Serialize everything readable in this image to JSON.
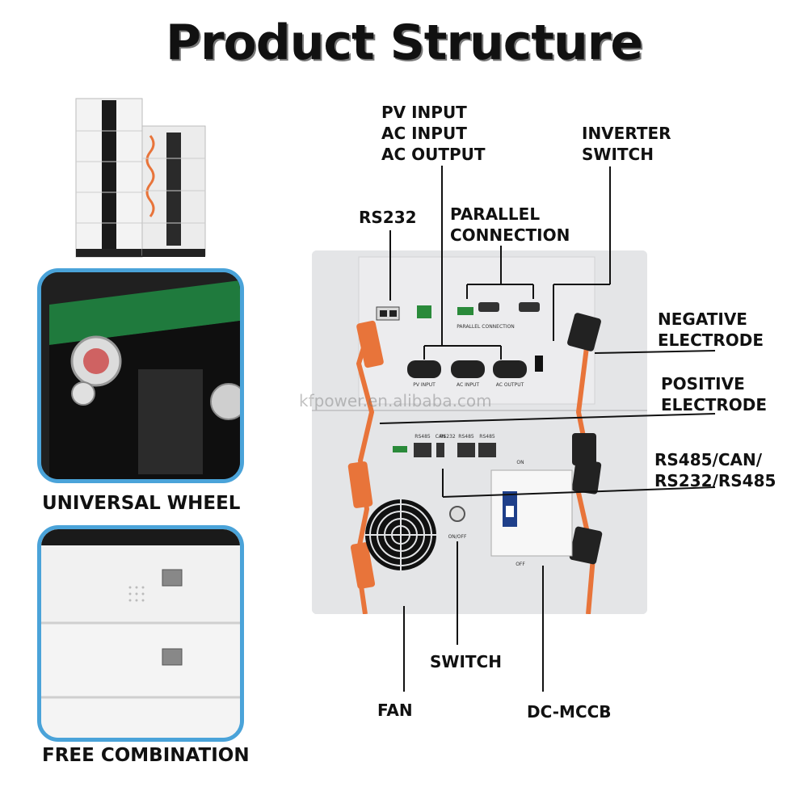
{
  "title": "Product Structure",
  "captions": {
    "universal_wheel": "UNIVERSAL WHEEL",
    "free_combination": "FREE COMBINATION"
  },
  "callouts": {
    "pv_ac": "PV INPUT\nAC INPUT\nAC OUTPUT",
    "inverter_switch": "INVERTER\nSWITCH",
    "rs232": "RS232",
    "parallel_connection": "PARALLEL\nCONNECTION",
    "negative_electrode": "NEGATIVE\nELECTRODE",
    "positive_electrode": "POSITIVE\nELECTRODE",
    "comm_ports": "RS485/CAN/\nRS232/RS485",
    "switch": "SWITCH",
    "fan": "FAN",
    "dc_mccb": "DC-MCCB"
  },
  "panel_text": {
    "pv_input": "PV INPUT",
    "ac_input": "AC INPUT",
    "ac_output": "AC OUTPUT",
    "parallel_connection": "PARALLEL CONNECTION",
    "port_rs485": "RS485",
    "port_can": "CAN",
    "port_rs232": "RS232",
    "port_rs485b": "RS485",
    "port_rs485c": "RS485",
    "on_off": "ON/OFF",
    "on": "ON",
    "off": "OFF"
  },
  "watermark": "kfpower.en.alibaba.com",
  "colors": {
    "frame_border": "#4aa3d9",
    "cable_orange": "#e8743a",
    "panel_bg": "#e4e5e7"
  }
}
